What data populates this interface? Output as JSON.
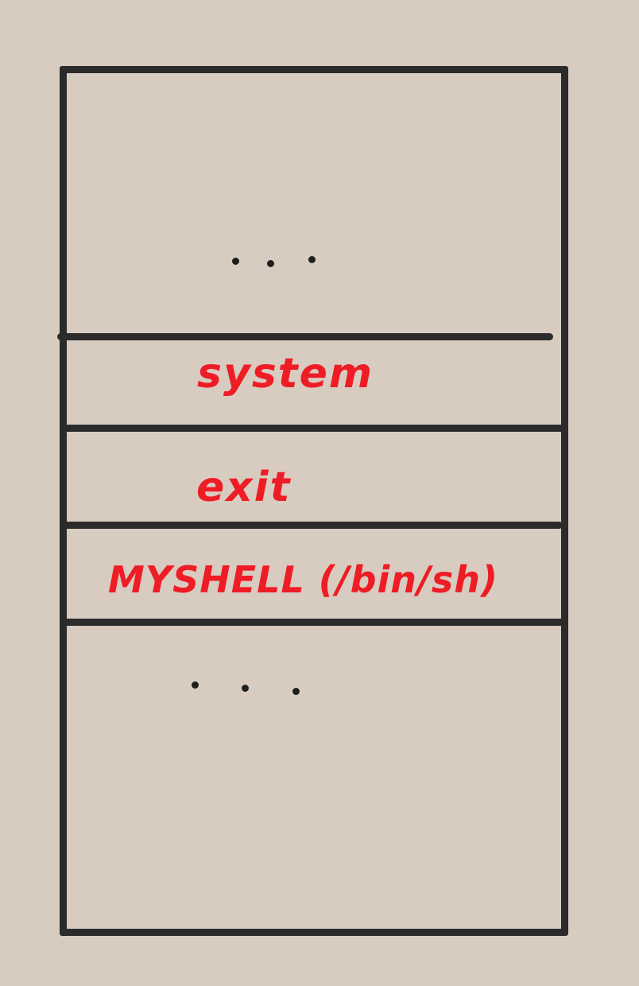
{
  "diagram": {
    "top_ellipsis": "...",
    "slots": [
      {
        "label": "system"
      },
      {
        "label": "exit"
      },
      {
        "label": "MYSHELL (/bin/sh)"
      }
    ],
    "bottom_ellipsis": "...",
    "colors": {
      "background": "#d8cbc0",
      "lines": "#2b2b2b",
      "label_text": "#ee1c25"
    }
  }
}
